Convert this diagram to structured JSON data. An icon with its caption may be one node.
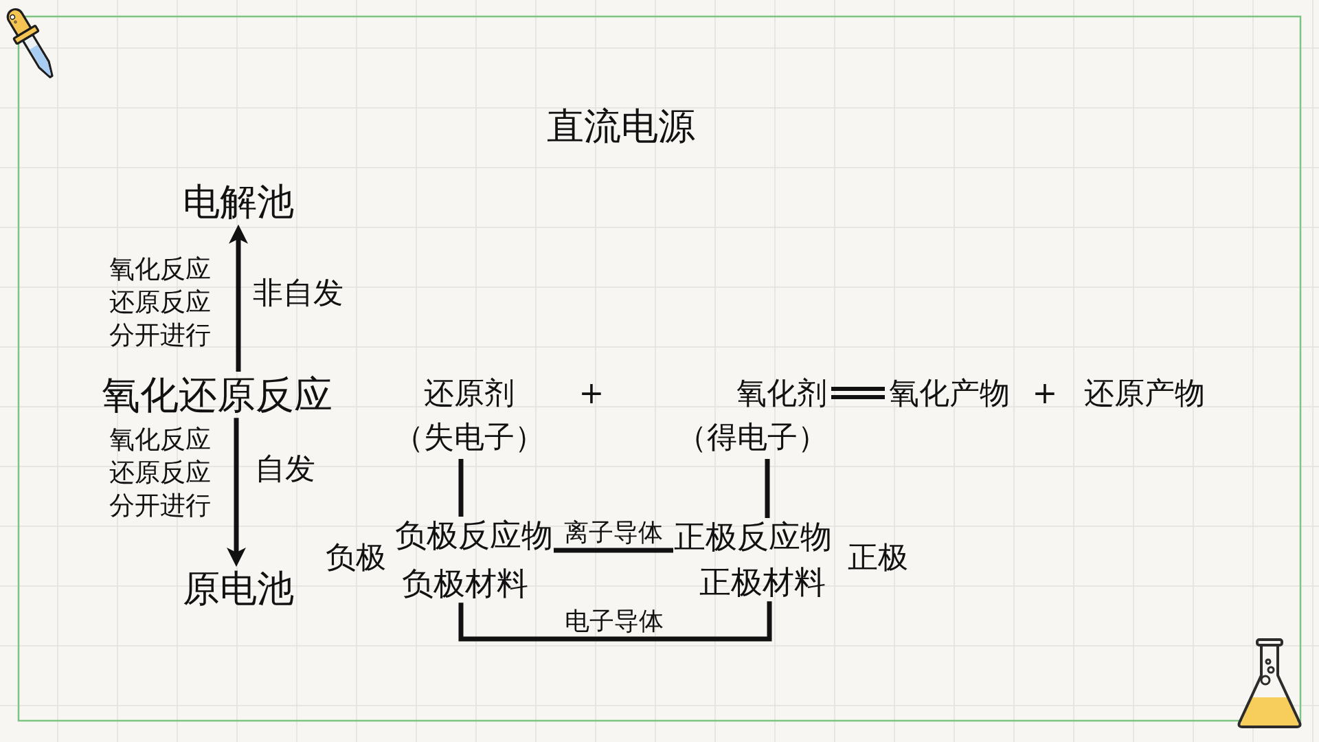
{
  "diagram": {
    "nodes": [
      {
        "text": [
          "电解池"
        ]
      },
      {
        "text": [
          "氧化还原反应"
        ]
      },
      {
        "text": [
          "原电池"
        ]
      },
      {
        "text": [
          "还原剂",
          "（失电子）"
        ]
      },
      {
        "text": [
          "氧化剂",
          "（得电子）"
        ]
      },
      {
        "text": [
          "氧化产物"
        ]
      },
      {
        "text": [
          "还原产物"
        ]
      },
      {
        "text": [
          "负极反应物"
        ]
      },
      {
        "text": [
          "正极反应物"
        ]
      },
      {
        "text": [
          "负极材料"
        ]
      },
      {
        "text": [
          "正极材料"
        ]
      }
    ],
    "edges": [
      {
        "from": 1,
        "to": 0,
        "arrow": "to",
        "label": "非自发"
      },
      {
        "from": 1,
        "to": 2,
        "arrow": "to",
        "label": "自发"
      },
      {
        "from": 4,
        "to": 5,
        "arrow": "none"
      },
      {
        "from": 3,
        "to": 7,
        "arrow": "none"
      },
      {
        "from": 4,
        "to": 8,
        "arrow": "none"
      },
      {
        "from": 7,
        "to": 8,
        "arrow": "none",
        "label": "离子导体"
      },
      {
        "from": 9,
        "to": 10,
        "arrow": "none",
        "label": "电子导体"
      }
    ],
    "labels": [
      "直流电源",
      "氧化反应还原反应分开进行",
      "+",
      "+",
      "氧化反应还原反应分开进行",
      "负极",
      "正极"
    ]
  }
}
